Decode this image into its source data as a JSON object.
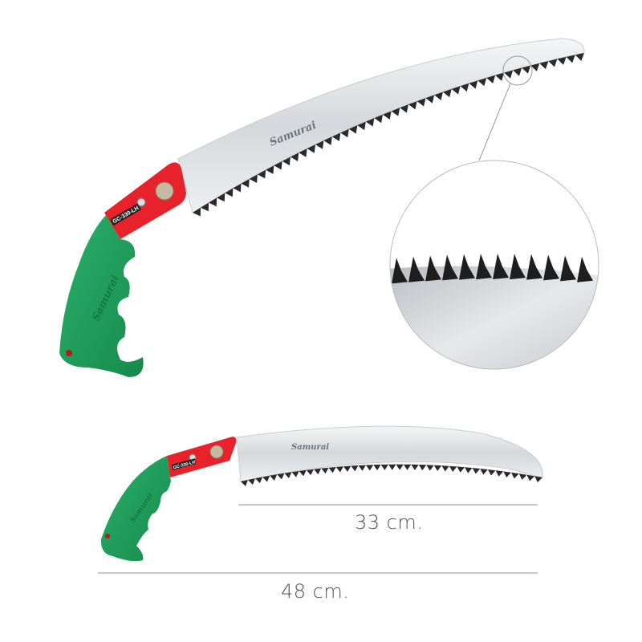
{
  "product": {
    "logo_text": "Samurai",
    "model_text": "GC-330-LH",
    "colors": {
      "handle": "#1f9a5a",
      "guard": "#e8222a",
      "blade": "#d9dde0"
    }
  },
  "dimensions": {
    "blade_length": "33 cm.",
    "total_length": "48 cm."
  },
  "detail_view": {
    "icon": "magnifier-circle-teeth-detail"
  }
}
